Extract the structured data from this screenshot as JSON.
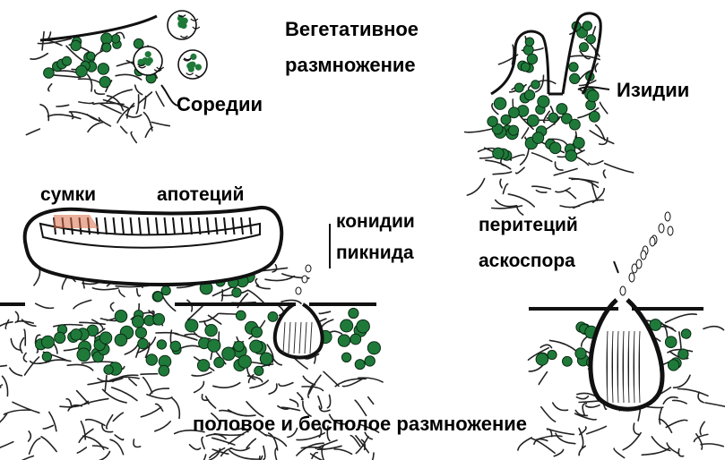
{
  "labels": {
    "vegetative_line1": "Вегетативное",
    "vegetative_line2": "размножение",
    "soredia": "Соредии",
    "isidia": "Изидии",
    "asci": "сумки",
    "apothecium": "апотеций",
    "conidia": "конидии",
    "pycnidium": "пикнида",
    "perithecium": "перитеций",
    "ascospore": "аскоспора",
    "bottom_caption": "половое и бесполое размножение"
  },
  "colors": {
    "algae": "#1f7a3a",
    "hyphae_stroke": "#222222",
    "asci_tint": "#d9704a",
    "outline": "#111111"
  }
}
